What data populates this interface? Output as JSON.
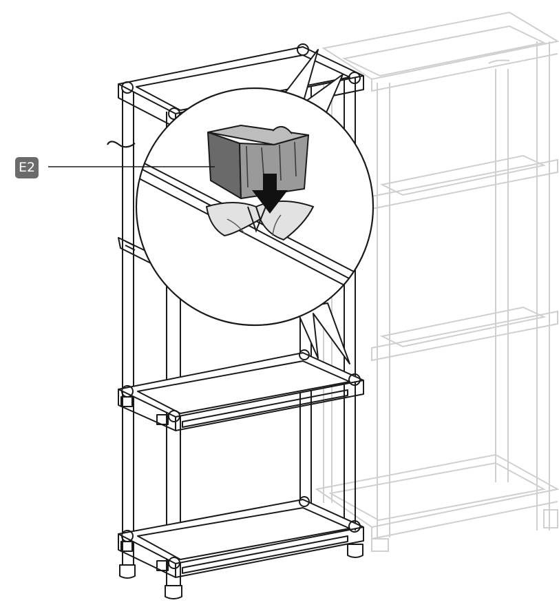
{
  "callout": {
    "part_label": "E2"
  },
  "colors": {
    "line": "#1a1a1a",
    "ghost": "#cfcfcf",
    "connector_dark": "#6a6a6a",
    "connector_mid": "#9a9a9a",
    "connector_light": "#bdbdbd",
    "badge": "#6b6b6b",
    "arrow": "#111111"
  },
  "illustration": {
    "subject": "shelving-unit-assembly",
    "shelf_count": 4,
    "ghost_unit": true,
    "detail_view": "connector-insert"
  }
}
